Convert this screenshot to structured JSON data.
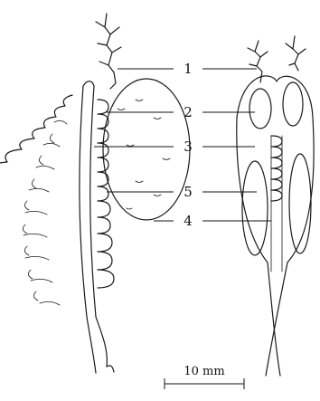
{
  "labels": [
    "1",
    "2",
    "3",
    "5",
    "4"
  ],
  "scale_bar": {
    "text": "10 mm"
  },
  "colors": {
    "ink": "#1a1a1a",
    "paper": "#ffffff"
  }
}
